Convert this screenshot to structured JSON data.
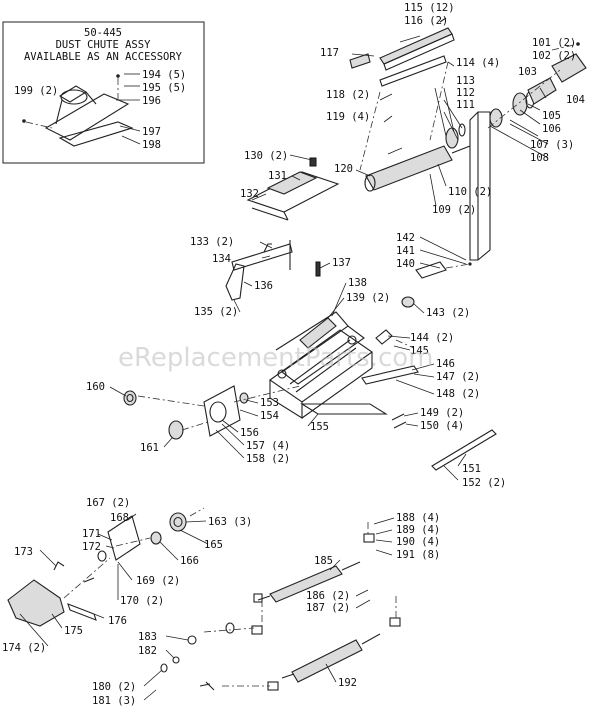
{
  "inset": {
    "lines": [
      "50-445",
      "DUST CHUTE ASSY",
      "AVAILABLE AS AN ACCESSORY"
    ]
  },
  "watermark": "eReplacementParts.com",
  "labels": [
    {
      "id": "199",
      "text": "199 (2)"
    },
    {
      "id": "194",
      "text": "194 (5)"
    },
    {
      "id": "195",
      "text": "195 (5)"
    },
    {
      "id": "196",
      "text": "196"
    },
    {
      "id": "197",
      "text": "197"
    },
    {
      "id": "198",
      "text": "198"
    },
    {
      "id": "115",
      "text": "115 (12)"
    },
    {
      "id": "116",
      "text": "116 (2)"
    },
    {
      "id": "117",
      "text": "117"
    },
    {
      "id": "114",
      "text": "114 (4)"
    },
    {
      "id": "118",
      "text": "118 (2)"
    },
    {
      "id": "119",
      "text": "119 (4)"
    },
    {
      "id": "101",
      "text": "101 (2)"
    },
    {
      "id": "102",
      "text": "102 (2)"
    },
    {
      "id": "103",
      "text": "103"
    },
    {
      "id": "104",
      "text": "104"
    },
    {
      "id": "113",
      "text": "113"
    },
    {
      "id": "112",
      "text": "112"
    },
    {
      "id": "111",
      "text": "111"
    },
    {
      "id": "105",
      "text": "105"
    },
    {
      "id": "106",
      "text": "106"
    },
    {
      "id": "107",
      "text": "107 (3)"
    },
    {
      "id": "108",
      "text": "108"
    },
    {
      "id": "120",
      "text": "120"
    },
    {
      "id": "110",
      "text": "110 (2)"
    },
    {
      "id": "109",
      "text": "109 (2)"
    },
    {
      "id": "130",
      "text": "130 (2)"
    },
    {
      "id": "131",
      "text": "131"
    },
    {
      "id": "132",
      "text": "132"
    },
    {
      "id": "133",
      "text": "133 (2)"
    },
    {
      "id": "134",
      "text": "134"
    },
    {
      "id": "136",
      "text": "136"
    },
    {
      "id": "135",
      "text": "135 (2)"
    },
    {
      "id": "137",
      "text": "137"
    },
    {
      "id": "142",
      "text": "142"
    },
    {
      "id": "141",
      "text": "141"
    },
    {
      "id": "140",
      "text": "140"
    },
    {
      "id": "138",
      "text": "138"
    },
    {
      "id": "139",
      "text": "139 (2)"
    },
    {
      "id": "143",
      "text": "143 (2)"
    },
    {
      "id": "144",
      "text": "144 (2)"
    },
    {
      "id": "145",
      "text": "145"
    },
    {
      "id": "146",
      "text": "146"
    },
    {
      "id": "147",
      "text": "147 (2)"
    },
    {
      "id": "148",
      "text": "148 (2)"
    },
    {
      "id": "160",
      "text": "160"
    },
    {
      "id": "153",
      "text": "153"
    },
    {
      "id": "154",
      "text": "154"
    },
    {
      "id": "155",
      "text": "155"
    },
    {
      "id": "156",
      "text": "156"
    },
    {
      "id": "157",
      "text": "157 (4)"
    },
    {
      "id": "158",
      "text": "158 (2)"
    },
    {
      "id": "161",
      "text": "161"
    },
    {
      "id": "149",
      "text": "149 (2)"
    },
    {
      "id": "150",
      "text": "150 (4)"
    },
    {
      "id": "151",
      "text": "151"
    },
    {
      "id": "152",
      "text": "152 (2)"
    },
    {
      "id": "167",
      "text": "167 (2)"
    },
    {
      "id": "168",
      "text": "168"
    },
    {
      "id": "163",
      "text": "163 (3)"
    },
    {
      "id": "171",
      "text": "171"
    },
    {
      "id": "172",
      "text": "172"
    },
    {
      "id": "165",
      "text": "165"
    },
    {
      "id": "166",
      "text": "166"
    },
    {
      "id": "173",
      "text": "173"
    },
    {
      "id": "169",
      "text": "169 (2)"
    },
    {
      "id": "170",
      "text": "170 (2)"
    },
    {
      "id": "175",
      "text": "175"
    },
    {
      "id": "176",
      "text": "176"
    },
    {
      "id": "174",
      "text": "174 (2)"
    },
    {
      "id": "188",
      "text": "188 (4)"
    },
    {
      "id": "189",
      "text": "189 (4)"
    },
    {
      "id": "190",
      "text": "190 (4)"
    },
    {
      "id": "191",
      "text": "191 (8)"
    },
    {
      "id": "185",
      "text": "185"
    },
    {
      "id": "186",
      "text": "186 (2)"
    },
    {
      "id": "187",
      "text": "187 (2)"
    },
    {
      "id": "183",
      "text": "183"
    },
    {
      "id": "182",
      "text": "182"
    },
    {
      "id": "180",
      "text": "180 (2)"
    },
    {
      "id": "181",
      "text": "181 (3)"
    },
    {
      "id": "192",
      "text": "192"
    }
  ]
}
